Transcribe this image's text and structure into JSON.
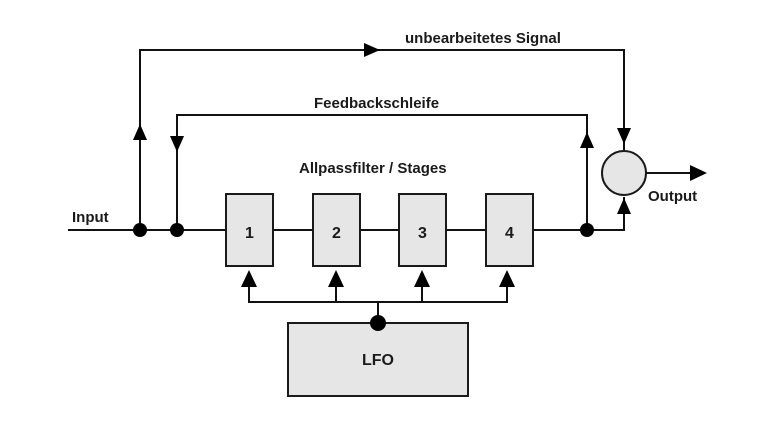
{
  "diagram": {
    "title": "Phaser block diagram",
    "labels": {
      "input": "Input",
      "output": "Output",
      "dry_signal": "unbearbeitetes Signal",
      "feedback": "Feedbackschleife",
      "stages_heading": "Allpassfilter / Stages",
      "lfo": "LFO"
    },
    "stages": [
      {
        "label": "1"
      },
      {
        "label": "2"
      },
      {
        "label": "3"
      },
      {
        "label": "4"
      }
    ],
    "colors": {
      "block_fill": "#e6e6e6",
      "line": "#111111",
      "background": "#ffffff"
    }
  }
}
